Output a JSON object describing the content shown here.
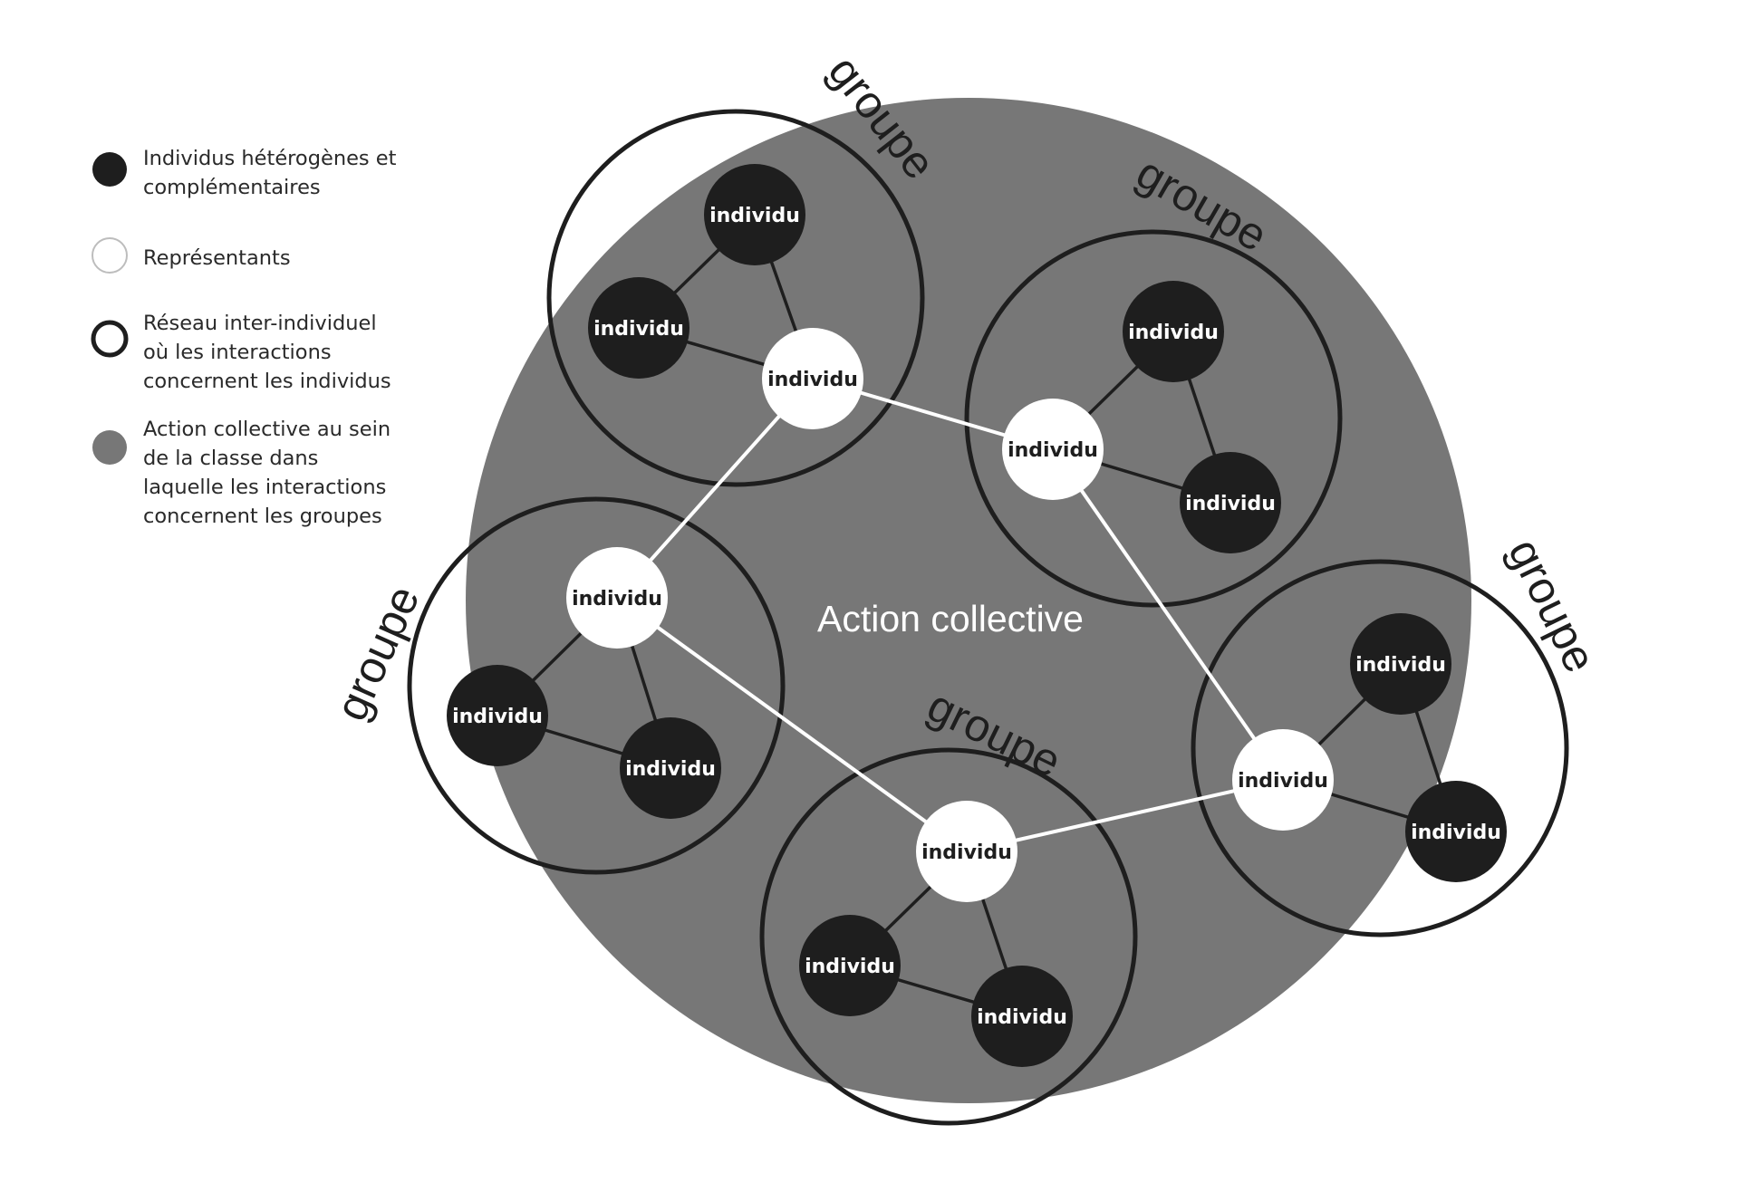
{
  "legend": [
    {
      "kind": "dark",
      "lines": [
        "Individus hétérogènes et",
        "complémentaires"
      ]
    },
    {
      "kind": "white",
      "lines": [
        "Représentants"
      ]
    },
    {
      "kind": "ring",
      "lines": [
        "Réseau inter-individuel",
        "où les interactions",
        "concernent les individus"
      ]
    },
    {
      "kind": "gray",
      "lines": [
        "Action collective au sein",
        "de la classe dans",
        "laquelle les interactions",
        "concernent les groupes"
      ]
    }
  ],
  "center_label": "Action collective",
  "group_label": "groupe",
  "node_label": "individu",
  "colors": {
    "collective": "#777777",
    "dark_node": "#1e1e1e",
    "white_node": "#ffffff",
    "ring": "#1e1e1e",
    "link": "#ffffff",
    "legend_text": "#2a2a2a"
  }
}
